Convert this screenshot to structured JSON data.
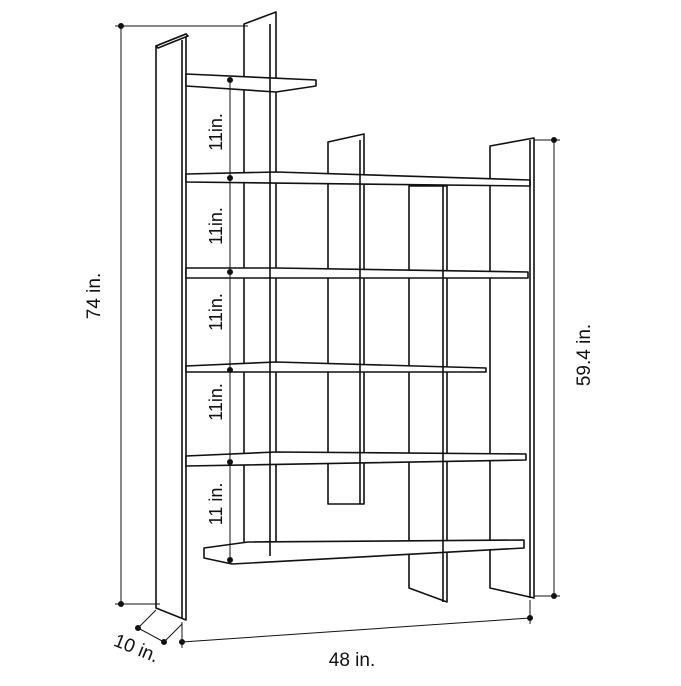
{
  "diagram": {
    "type": "dimension-drawing",
    "subject": "bookshelf",
    "labels": {
      "height_total": "74 in.",
      "height_right": "59.4 in.",
      "width": "48 in.",
      "depth": "10 in.",
      "shelf_spacing": [
        "11in.",
        "11in.",
        "11in.",
        "11in.",
        "11 in."
      ]
    }
  }
}
